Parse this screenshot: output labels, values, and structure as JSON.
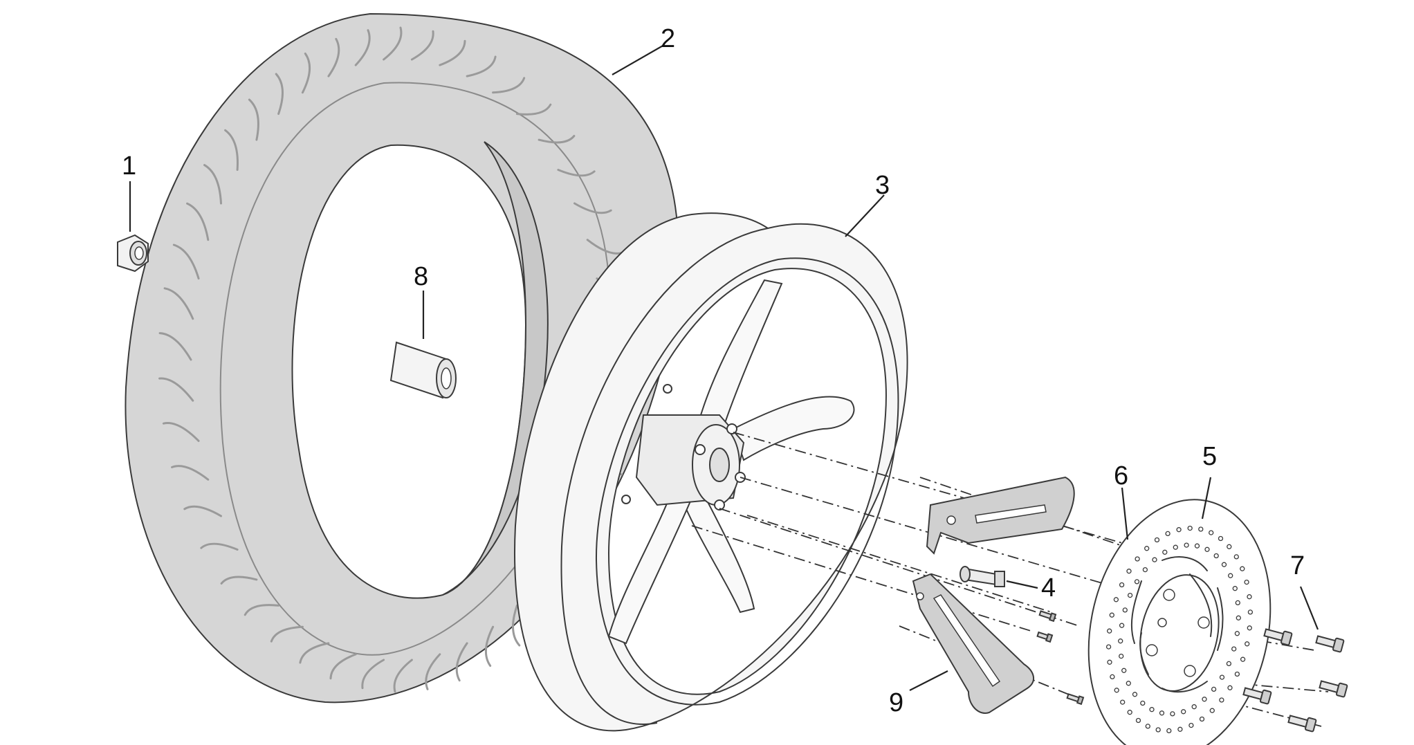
{
  "diagram": {
    "callouts": [
      {
        "id": "1",
        "label": "1"
      },
      {
        "id": "2",
        "label": "2"
      },
      {
        "id": "3",
        "label": "3"
      },
      {
        "id": "4",
        "label": "4"
      },
      {
        "id": "5",
        "label": "5"
      },
      {
        "id": "6",
        "label": "6"
      },
      {
        "id": "7",
        "label": "7"
      },
      {
        "id": "8",
        "label": "8"
      },
      {
        "id": "9",
        "label": "9"
      }
    ],
    "colors": {
      "tire_fill": "#d6d6d6",
      "tread": "#9a9a9a",
      "line": "#3a3a3a",
      "part_fill": "#f2f2f2",
      "background": "#ffffff"
    }
  }
}
